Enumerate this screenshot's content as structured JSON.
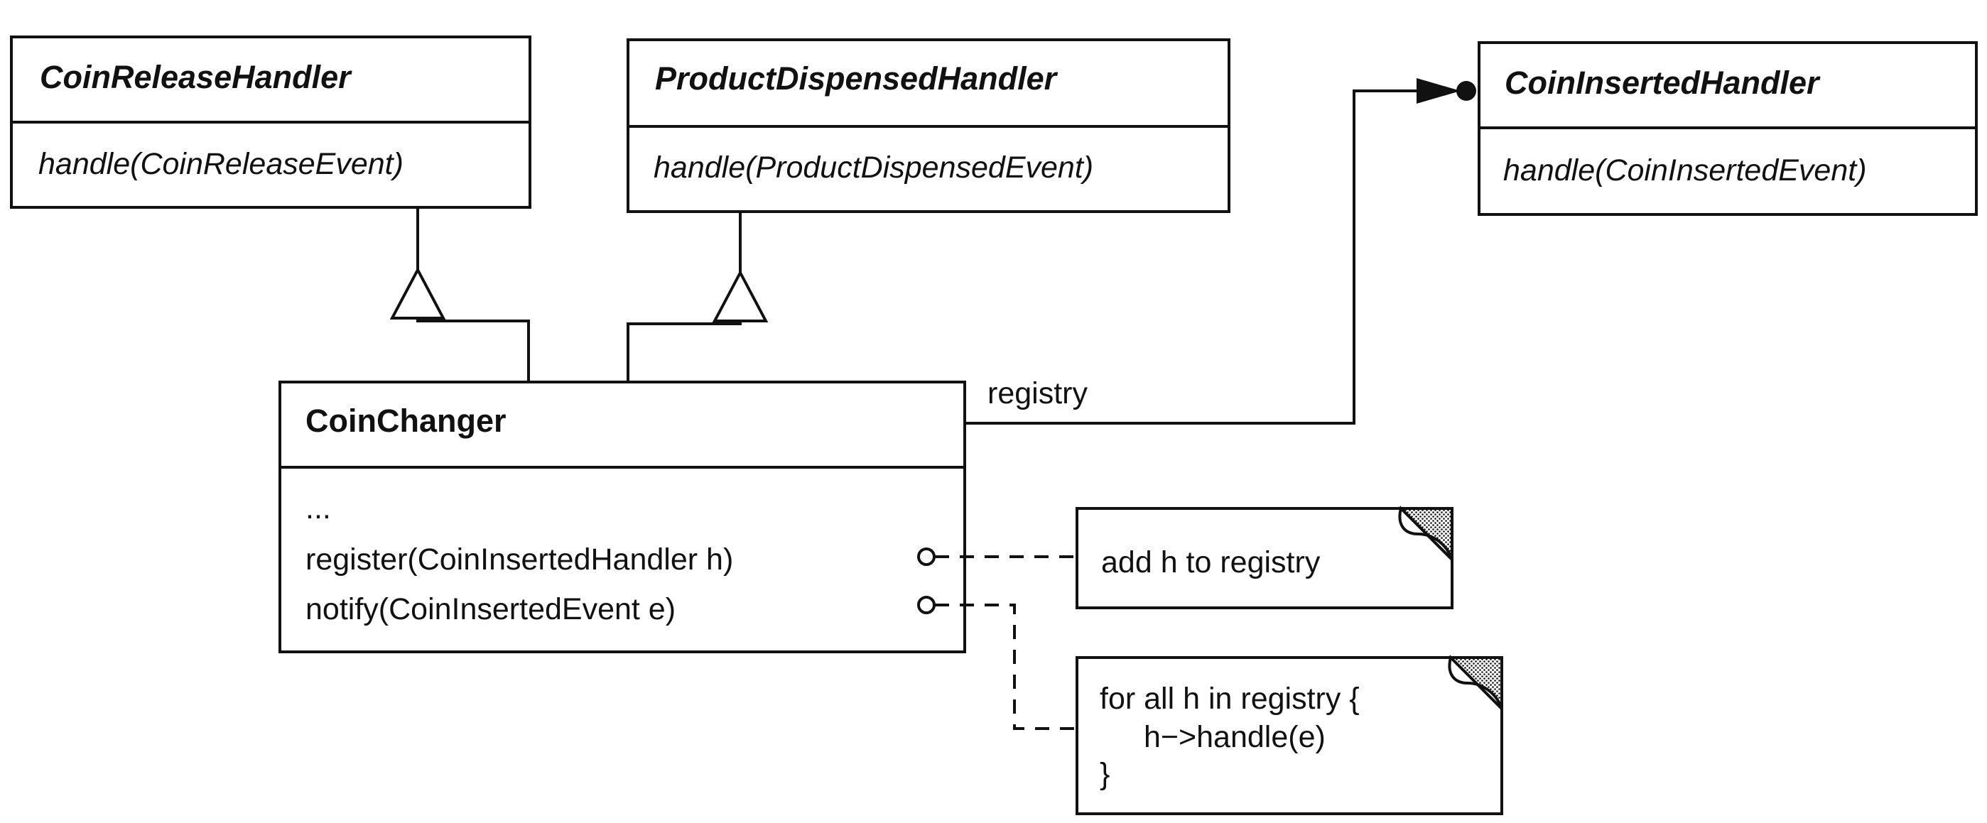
{
  "classes": {
    "coin_release_handler": {
      "name": "CoinReleaseHandler",
      "operation": "handle(CoinReleaseEvent)"
    },
    "product_dispensed_handler": {
      "name": "ProductDispensedHandler",
      "operation": "handle(ProductDispensedEvent)"
    },
    "coin_inserted_handler": {
      "name": "CoinInsertedHandler",
      "operation": "handle(CoinInsertedEvent)"
    },
    "coin_changer": {
      "name": "CoinChanger",
      "ellipsis": "...",
      "op_register": "register(CoinInsertedHandler h)",
      "op_notify": "notify(CoinInsertedEvent e)"
    }
  },
  "association": {
    "label": "registry"
  },
  "notes": {
    "register_note": "add h to registry",
    "notify_note": {
      "line1": "for all h in registry {",
      "line2": "h−>handle(e)",
      "line3": "}"
    }
  }
}
